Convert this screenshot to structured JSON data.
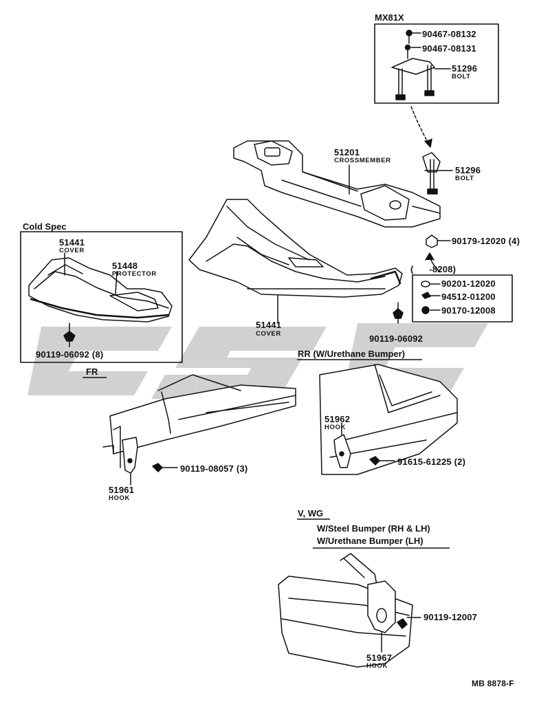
{
  "watermark": {
    "text": "CSS",
    "color": "#c8c8c8"
  },
  "callouts": {
    "mx81x": "MX81X",
    "p_90467_08132": "90467-08132",
    "p_90467_08131": "90467-08131",
    "bolt_box_no": "51296",
    "bolt_box_name": "BOLT",
    "crossmember_no": "51201",
    "crossmember_name": "CROSSMEMBER",
    "bolt_no": "51296",
    "bolt_name": "BOLT",
    "cold_spec": "Cold Spec",
    "cover_box_no": "51441",
    "cover_box_name": "COVER",
    "protector_no": "51448",
    "protector_name": "PROTECTOR",
    "p_90119_06092_8": "90119-06092 (8)",
    "cover_no": "51441",
    "cover_name": "COVER",
    "p_90179_12020": "90179-12020 (4)",
    "range_8208": "(      -8208)",
    "p_90201_12020": "90201-12020",
    "p_94512_01200": "94512-01200",
    "p_90170_12008": "90170-12008",
    "p_90119_06092": "90119-06092",
    "fr": "FR",
    "rr": "RR (W/Urethane Bumper)",
    "hook_rr_no": "51962",
    "hook_rr_name": "HOOK",
    "p_91615_61225": "91615-61225 (2)",
    "p_90119_08057": "90119-08057 (3)",
    "hook_fr_no": "51961",
    "hook_fr_name": "HOOK",
    "v_wg": "V, WG",
    "steel_bumper": "W/Steel Bumper (RH & LH)",
    "urethane_bumper": "W/Urethane Bumper (LH)",
    "p_90119_12007": "90119-12007",
    "hook_v_no": "51967",
    "hook_v_name": "HOOK",
    "drawing_no": "MB 8878-F"
  }
}
